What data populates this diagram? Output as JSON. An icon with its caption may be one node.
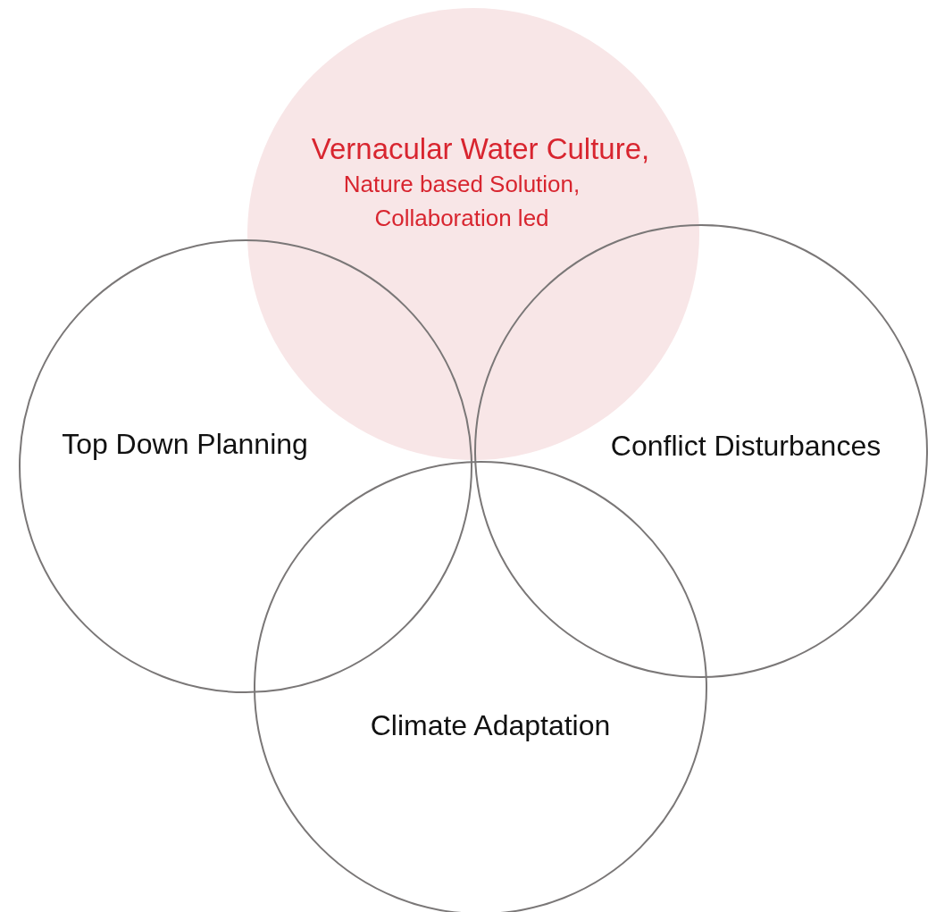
{
  "diagram": {
    "nodes": [
      {
        "text": [
          "Vernacular Water Culture,",
          "Nature based Solution, Collaboration led"
        ]
      },
      {
        "text": [
          "Top Down Planning"
        ]
      },
      {
        "text": [
          "Conflict Disturbances"
        ]
      },
      {
        "text": [
          "Climate Adaptation"
        ]
      }
    ]
  }
}
